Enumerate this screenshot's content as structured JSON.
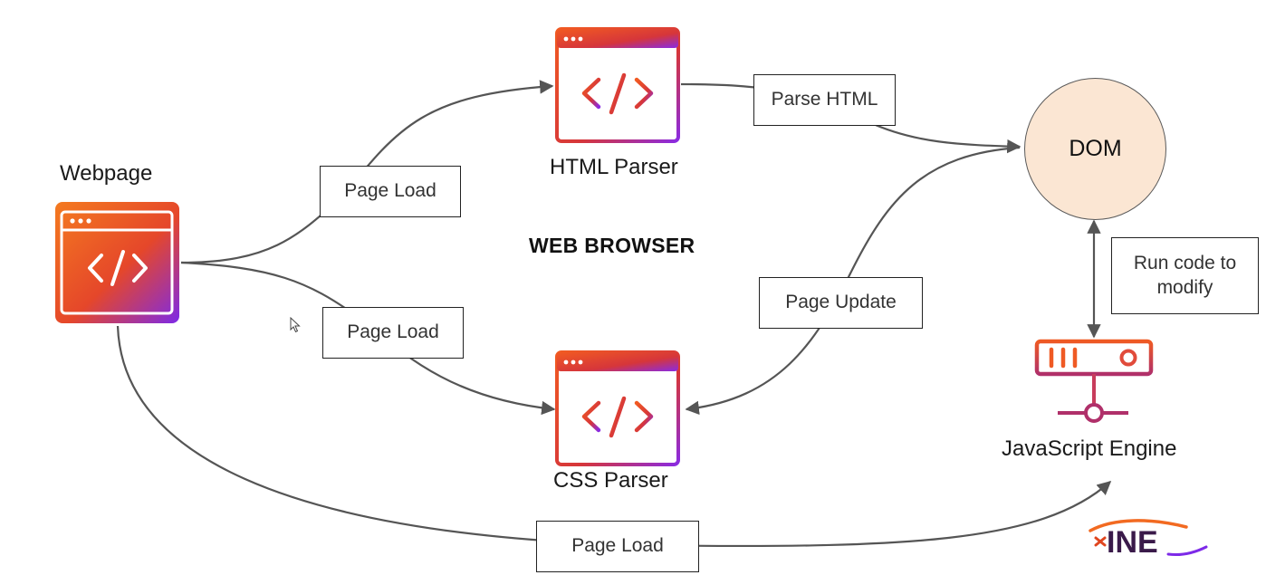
{
  "title": "WEB BROWSER",
  "nodes": {
    "webpage": {
      "label": "Webpage"
    },
    "html_parser": {
      "label": "HTML Parser"
    },
    "css_parser": {
      "label": "CSS Parser"
    },
    "dom": {
      "label": "DOM"
    },
    "js_engine": {
      "label": "JavaScript Engine"
    }
  },
  "edge_labels": {
    "page_load_to_html": "Page Load",
    "page_load_to_css": "Page Load",
    "page_load_to_js": "Page Load",
    "parse_html": "Parse HTML",
    "page_update": "Page Update",
    "run_code": "Run code to modify"
  },
  "logo_text": "INE",
  "colors": {
    "gradient_start": "#f26a21",
    "gradient_mid": "#e0461f",
    "gradient_end": "#8a2be2",
    "dom_fill": "#fbe6d3",
    "arrow": "#555555"
  },
  "icons": {
    "webpage": "code-window-icon",
    "html_parser": "code-window-icon",
    "css_parser": "code-window-icon",
    "js_engine": "server-icon"
  }
}
